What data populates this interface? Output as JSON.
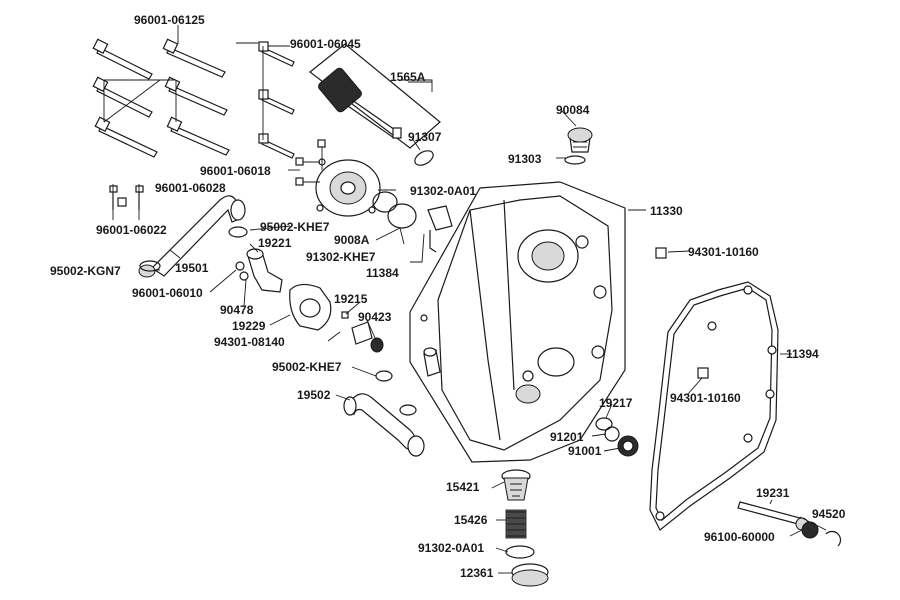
{
  "colors": {
    "ink": "#1a1a1a",
    "background": "#ffffff",
    "shade": "#d9d9d9"
  },
  "labels": {
    "p96001_06125": "96001-06125",
    "p96001_06045": "96001-06045",
    "p1565A": "1565A",
    "p90084": "90084",
    "p91307": "91307",
    "p91303": "91303",
    "p96001_06018": "96001-06018",
    "p96001_06028": "96001-06028",
    "p91302_0A01_top": "91302-0A01",
    "p11330": "11330",
    "p95002_KHE7_top": "95002-KHE7",
    "p9008A": "9008A",
    "p96001_06022": "96001-06022",
    "p19221": "19221",
    "p91302_KHE7": "91302-KHE7",
    "p94301_10160_top": "94301-10160",
    "p11384": "11384",
    "p95002_KGN7": "95002-KGN7",
    "p19501": "19501",
    "p96001_06010": "96001-06010",
    "p19215": "19215",
    "p11394": "11394",
    "p90478": "90478",
    "p90423": "90423",
    "p19229": "19229",
    "p94301_08140": "94301-08140",
    "p95002_KHE7_mid": "95002-KHE7",
    "p94301_10160_bot": "94301-10160",
    "p19502": "19502",
    "p19217": "19217",
    "p91201": "91201",
    "p91001": "91001",
    "p15421": "15421",
    "p19231": "19231",
    "p15426": "15426",
    "p94520": "94520",
    "p96100_60000": "96100-60000",
    "p91302_0A01_bot": "91302-0A01",
    "p12361": "12361"
  }
}
